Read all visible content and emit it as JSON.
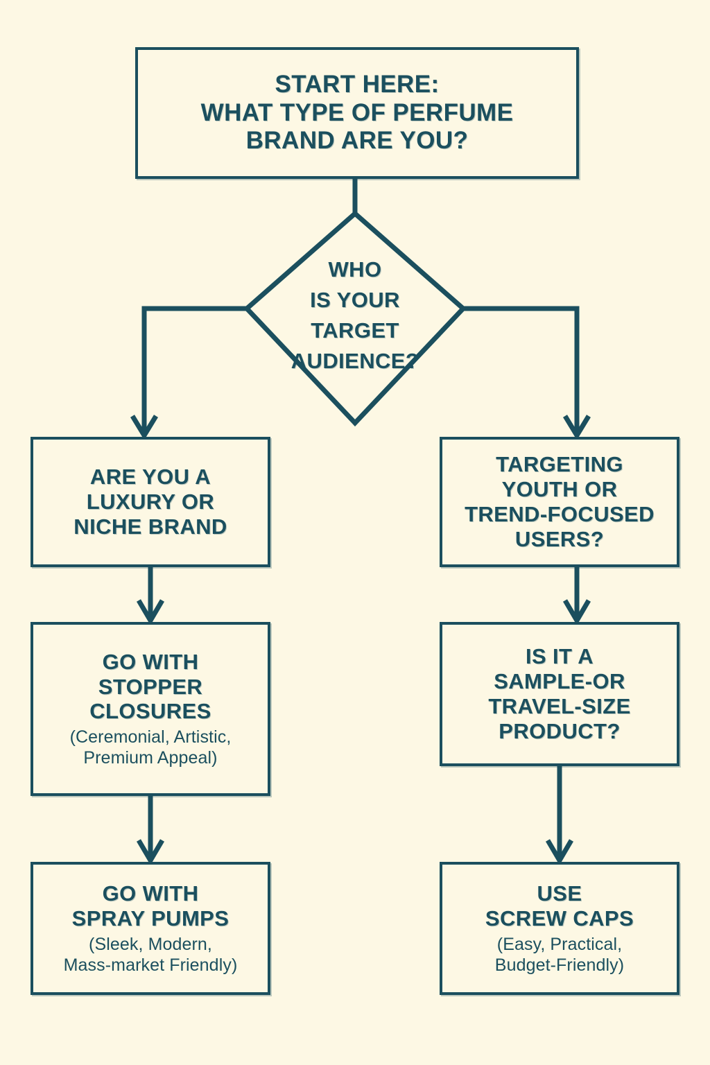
{
  "theme": {
    "background": "#FDF8E4",
    "stroke": "#1B4F5E",
    "text": "#1B4F5E"
  },
  "diagram": {
    "type": "flowchart",
    "orientation": "top-down",
    "nodes": {
      "start": {
        "shape": "rectangle",
        "title": "START HERE:\nWHAT TYPE OF PERFUME\nBRAND ARE YOU?"
      },
      "decision": {
        "shape": "diamond",
        "title": "WHO\nIS YOUR\nTARGET\nAUDIENCE?"
      },
      "left_1": {
        "shape": "rectangle",
        "title": "ARE YOU A\nLUXURY OR\nNICHE BRAND"
      },
      "left_2": {
        "shape": "rectangle",
        "title": "GO WITH\nSTOPPER\nCLOSURES",
        "subtitle": "(Ceremonial, Artistic,\nPremium Appeal)"
      },
      "left_3": {
        "shape": "rectangle",
        "title": "GO WITH\nSPRAY PUMPS",
        "subtitle": "(Sleek, Modern,\nMass-market Friendly)"
      },
      "right_1": {
        "shape": "rectangle",
        "title": "TARGETING\nYOUTH OR\nTREND-FOCUSED\nUSERS?"
      },
      "right_2": {
        "shape": "rectangle",
        "title": "IS IT A\nSAMPLE-OR\nTRAVEL-SIZE\nPRODUCT?"
      },
      "right_3": {
        "shape": "rectangle",
        "title": "USE\nSCREW CAPS",
        "subtitle": "(Easy, Practical,\nBudget-Friendly)"
      }
    },
    "edges": [
      {
        "from": "start",
        "to": "decision",
        "label": ""
      },
      {
        "from": "decision",
        "to": "left_1",
        "label": ""
      },
      {
        "from": "decision",
        "to": "right_1",
        "label": ""
      },
      {
        "from": "left_1",
        "to": "left_2",
        "label": ""
      },
      {
        "from": "left_2",
        "to": "left_3",
        "label": ""
      },
      {
        "from": "right_1",
        "to": "right_2",
        "label": ""
      },
      {
        "from": "right_2",
        "to": "right_3",
        "label": ""
      }
    ]
  }
}
